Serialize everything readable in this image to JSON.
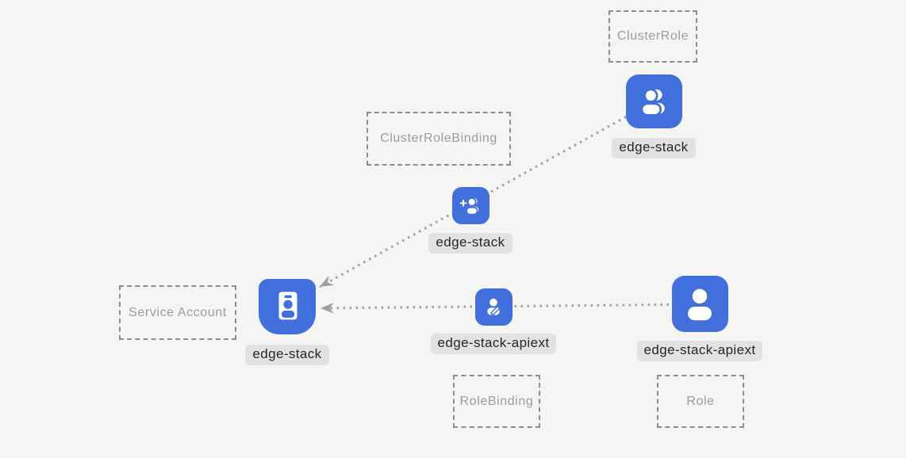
{
  "diagram": {
    "cluster_role": {
      "type_label": "ClusterRole",
      "name": "edge-stack",
      "icon": "users-icon"
    },
    "cluster_role_binding": {
      "type_label": "ClusterRoleBinding",
      "name": "edge-stack",
      "icon": "user-plus-icon"
    },
    "service_account": {
      "type_label": "Service Account",
      "name": "edge-stack",
      "icon": "id-badge-icon"
    },
    "role_binding": {
      "type_label": "RoleBinding",
      "name": "edge-stack-apiext",
      "icon": "user-edit-icon"
    },
    "role": {
      "type_label": "Role",
      "name": "edge-stack-apiext",
      "icon": "user-icon"
    },
    "colors": {
      "background": "#f5f5f3",
      "icon_blue": "#4170dc",
      "icon_glyph": "#ffffff",
      "label_bg": "#e2e2e0",
      "label_text": "#252525",
      "box_border": "#8c8c8c",
      "box_text": "#9c9c9c",
      "edge": "#a0a09e"
    }
  }
}
